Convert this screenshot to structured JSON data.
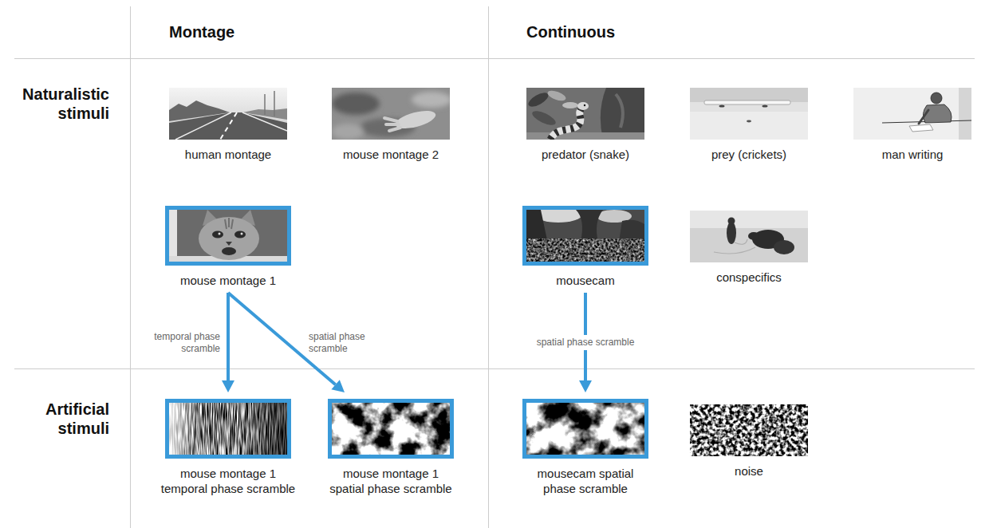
{
  "diagram": {
    "nodes": [
      {
        "text": [
          "human montage"
        ]
      },
      {
        "text": [
          "mouse montage 2"
        ]
      },
      {
        "text": [
          "predator (snake)"
        ]
      },
      {
        "text": [
          "prey (crickets)"
        ]
      },
      {
        "text": [
          "man writing"
        ]
      },
      {
        "text": [
          "mouse montage 1"
        ]
      },
      {
        "text": [
          "mousecam"
        ]
      },
      {
        "text": [
          "conspecifics"
        ]
      },
      {
        "text": [
          "mouse montage 1 temporal phase scramble"
        ]
      },
      {
        "text": [
          "mouse montage 1 spatial phase scramble"
        ]
      },
      {
        "text": [
          "mousecam spatial phase scramble"
        ]
      },
      {
        "text": [
          "noise"
        ]
      }
    ],
    "edges": [
      {
        "from": 5,
        "to": 8,
        "arrow": "to",
        "label": "temporal phase scramble"
      },
      {
        "from": 5,
        "to": 9,
        "arrow": "to",
        "label": "spatial phase scramble"
      },
      {
        "from": 6,
        "to": 10,
        "arrow": "to",
        "label": "spatial phase scramble"
      }
    ],
    "labels": [
      "Montage",
      "Continuous",
      "Naturalistic stimuli",
      "Artificial stimuli"
    ]
  }
}
